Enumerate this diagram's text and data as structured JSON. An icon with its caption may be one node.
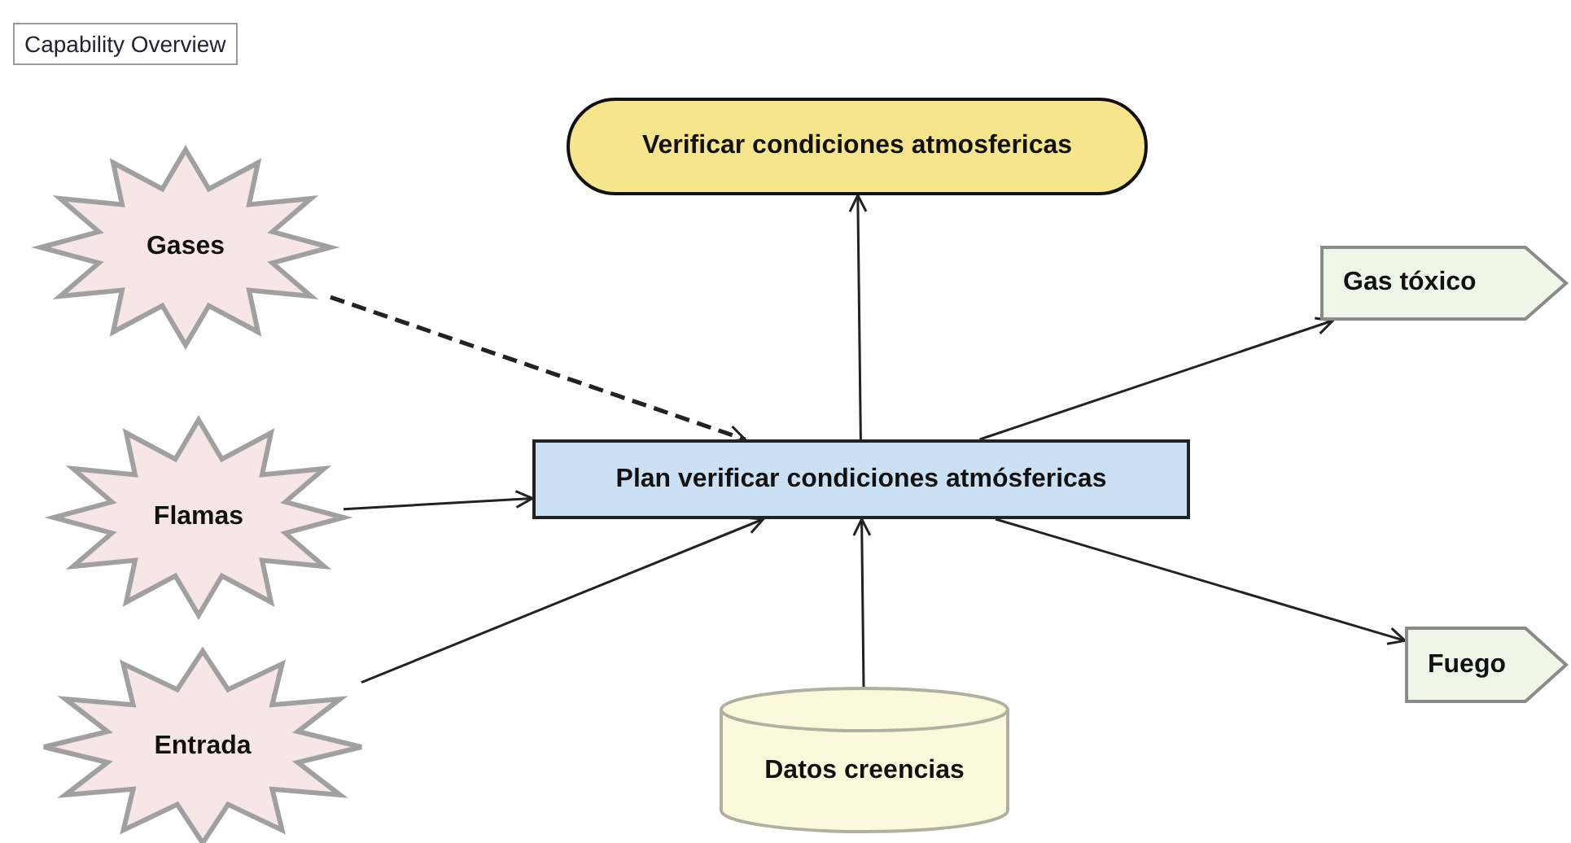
{
  "diagram": {
    "title": "Capability Overview",
    "nodes": [
      {
        "text": [
          "Verificar condiciones atmosfericas"
        ]
      },
      {
        "text": [
          "Gases"
        ]
      },
      {
        "text": [
          "Gas tóxico"
        ]
      },
      {
        "text": [
          "Plan verificar condiciones atmósfericas"
        ]
      },
      {
        "text": [
          "Flamas"
        ]
      },
      {
        "text": [
          "Fuego"
        ]
      },
      {
        "text": [
          "Entrada"
        ]
      },
      {
        "text": [
          "Datos creencias"
        ]
      }
    ],
    "edges": [
      {
        "from": 1,
        "to": 3,
        "arrow": "to",
        "style": "dashed"
      },
      {
        "from": 4,
        "to": 3,
        "arrow": "to"
      },
      {
        "from": 6,
        "to": 3,
        "arrow": "to"
      },
      {
        "from": 7,
        "to": 3,
        "arrow": "to"
      },
      {
        "from": 3,
        "to": 0,
        "arrow": "to"
      },
      {
        "from": 3,
        "to": 2,
        "arrow": "to"
      },
      {
        "from": 3,
        "to": 5,
        "arrow": "to"
      }
    ]
  }
}
